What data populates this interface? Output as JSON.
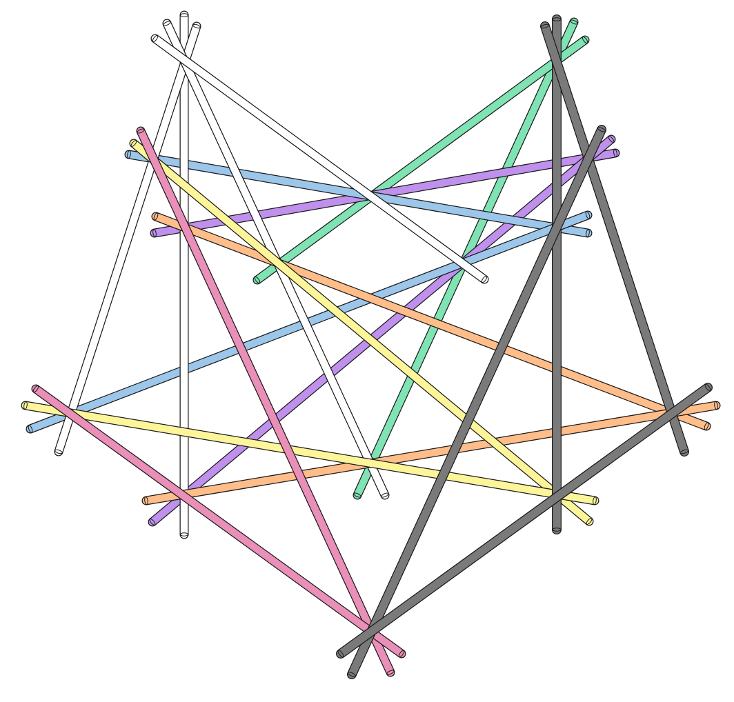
{
  "diagram": {
    "background": "#ffffff",
    "outline_color": "#1a1a1a",
    "families": [
      {
        "id": "white",
        "fill": "#ffffff"
      },
      {
        "id": "gray",
        "fill": "#7a7a7a"
      },
      {
        "id": "green",
        "fill": "#7fe3b4"
      },
      {
        "id": "blue",
        "fill": "#9cc6ea"
      },
      {
        "id": "purple",
        "fill": "#bf90ec"
      },
      {
        "id": "orange",
        "fill": "#ffbd8a"
      },
      {
        "id": "pink",
        "fill": "#e98fb8"
      },
      {
        "id": "yellow",
        "fill": "#fdf59a"
      }
    ]
  }
}
